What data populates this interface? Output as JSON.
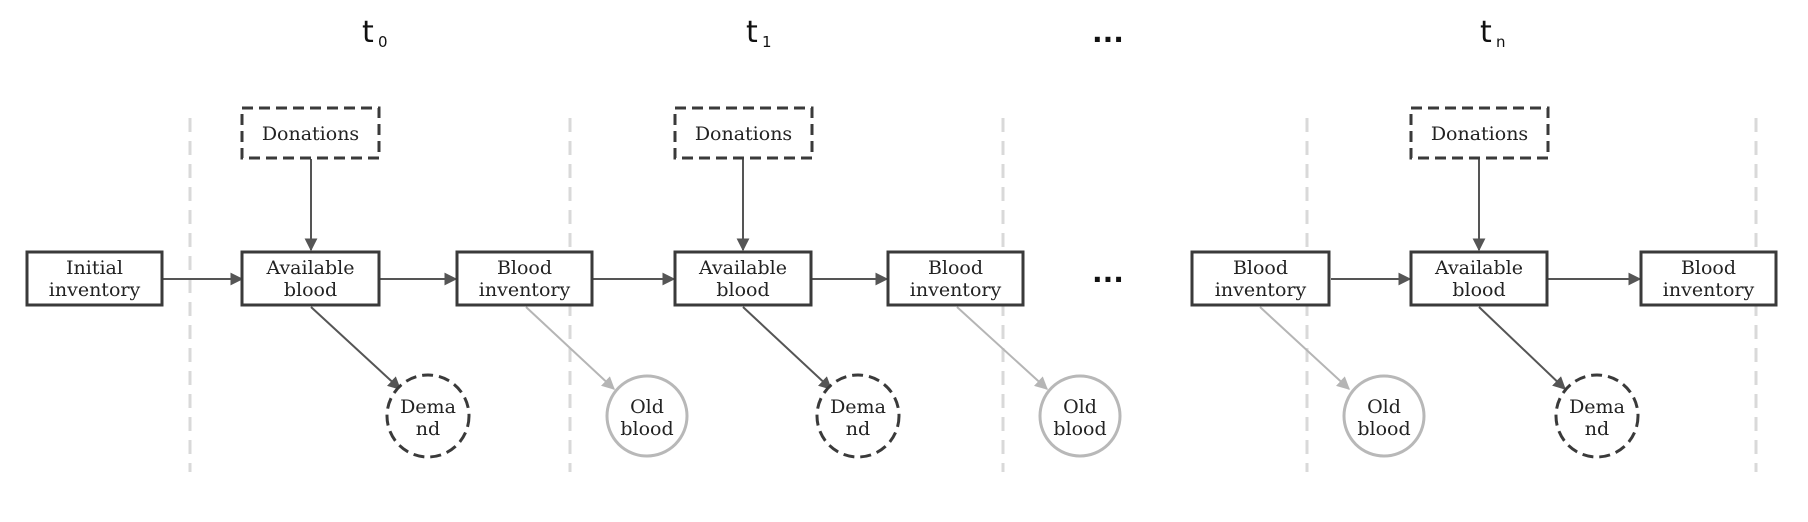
{
  "colors": {
    "box_stroke": "#3a3a3a",
    "arrow_dark": "#555555",
    "arrow_light": "#b5b5b5",
    "divider": "#d9d9d9",
    "circle_light": "#b8b8b8"
  },
  "headers": [
    {
      "base": "t",
      "sub": "0"
    },
    {
      "base": "t",
      "sub": "1"
    },
    {
      "base": "t",
      "sub": "n"
    }
  ],
  "ellipsis": "...",
  "nodes": {
    "initial_inventory": [
      "Initial",
      "inventory"
    ],
    "donations": "Donations",
    "available_blood": [
      "Available",
      "blood"
    ],
    "blood_inventory": [
      "Blood",
      "inventory"
    ],
    "demand": [
      "Dema",
      "nd"
    ],
    "old_blood": [
      "Old",
      "blood"
    ]
  }
}
